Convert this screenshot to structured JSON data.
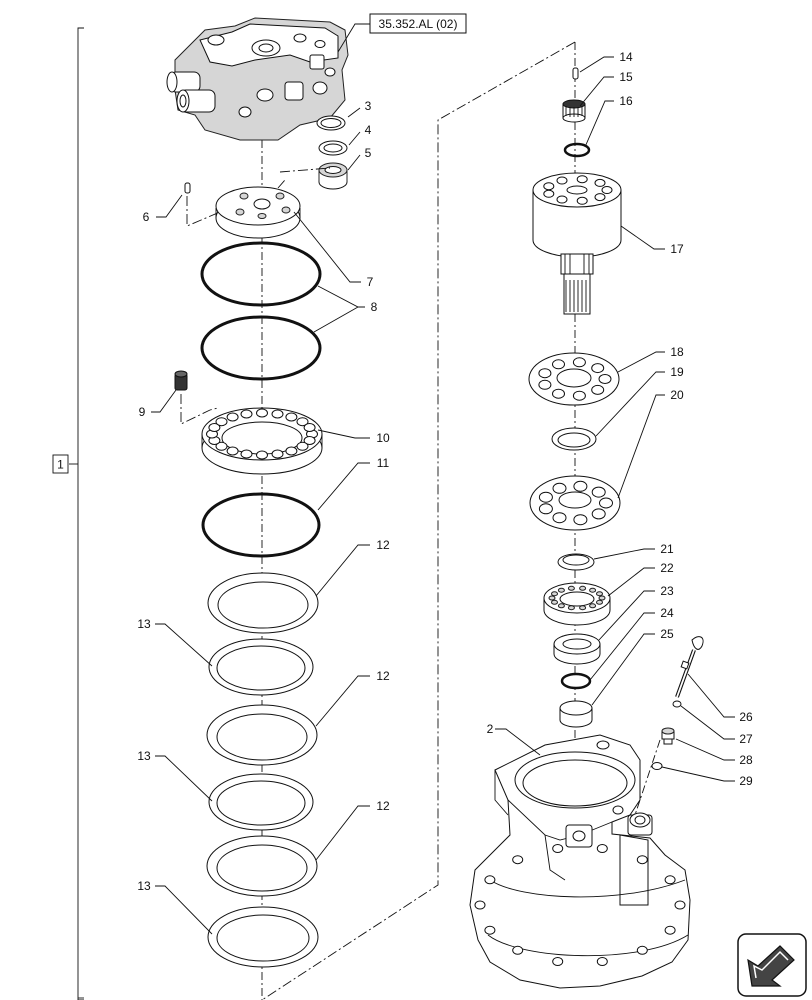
{
  "reference_label": "35.352.AL (02)",
  "group_label": "1",
  "callouts": {
    "c2": "2",
    "c3": "3",
    "c4": "4",
    "c5": "5",
    "c6": "6",
    "c7": "7",
    "c8": "8",
    "c9": "9",
    "c10": "10",
    "c11": "11",
    "c12a": "12",
    "c12b": "12",
    "c12c": "12",
    "c13a": "13",
    "c13b": "13",
    "c13c": "13",
    "c14": "14",
    "c15": "15",
    "c16": "16",
    "c17": "17",
    "c18": "18",
    "c19": "19",
    "c20": "20",
    "c21": "21",
    "c22": "22",
    "c23": "23",
    "c24": "24",
    "c25": "25",
    "c26": "26",
    "c27": "27",
    "c28": "28",
    "c29": "29"
  },
  "nav_icon": "arrow-next-icon"
}
